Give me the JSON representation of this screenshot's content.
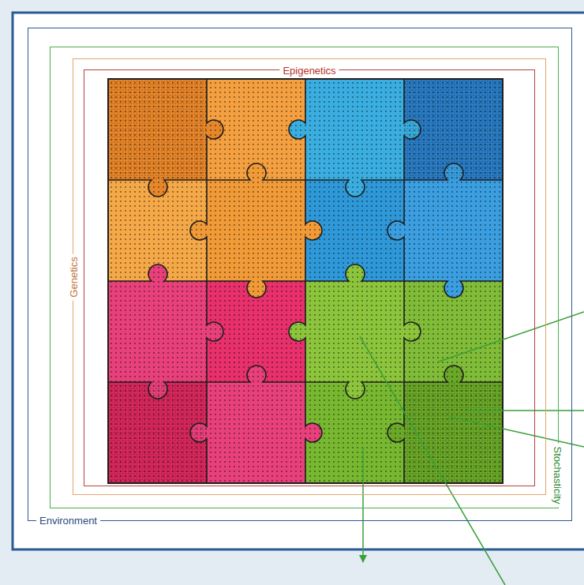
{
  "diagram": {
    "nodes": [
      {
        "text": [
          "Environment"
        ]
      },
      {
        "text": [
          "Stochasticity"
        ],
        "in": 0
      },
      {
        "text": [
          "Genetics"
        ],
        "in": 1
      },
      {
        "text": [
          "Epigenetics"
        ],
        "in": 2
      }
    ]
  }
}
